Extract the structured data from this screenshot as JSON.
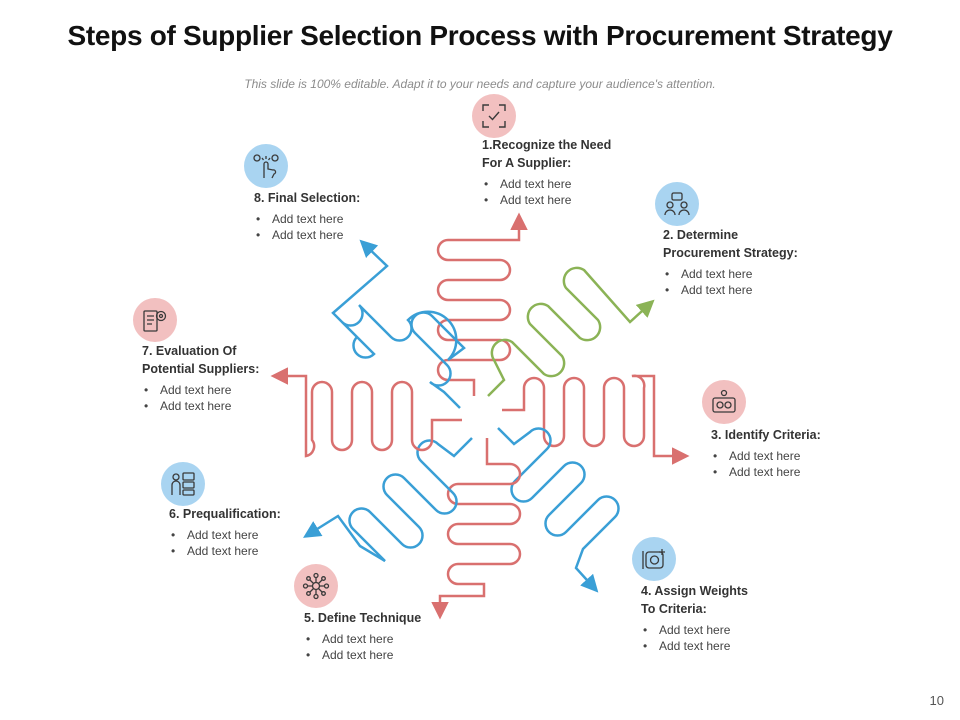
{
  "slide": {
    "title": "Steps of Supplier Selection Process with Procurement Strategy",
    "subtitle": "This slide is 100% editable. Adapt it to your needs and capture your audience's attention.",
    "page_number": "10"
  },
  "colors": {
    "red_path": "#d9706f",
    "blue_path": "#3a9fd6",
    "green_path": "#8bb356",
    "icon_pink": "#f2c0c0",
    "icon_blue": "#a9d4f1",
    "icon_stroke": "#3a3a3a"
  },
  "steps": [
    {
      "title": "1.Recognize the Need\nFor A Supplier:",
      "icon": "recognize-focus-icon",
      "bullets": [
        "Add text here",
        "Add text here"
      ]
    },
    {
      "title": "2. Determine\nProcurement Strategy:",
      "icon": "team-strategy-icon",
      "bullets": [
        "Add text here",
        "Add text here"
      ]
    },
    {
      "title": "3. Identify Criteria:",
      "icon": "criteria-gears-icon",
      "bullets": [
        "Add text here",
        "Add text here"
      ]
    },
    {
      "title": "4. Assign Weights\nTo Criteria:",
      "icon": "weights-scale-icon",
      "bullets": [
        "Add text here",
        "Add text here"
      ]
    },
    {
      "title": "5. Define Technique",
      "icon": "network-technique-icon",
      "bullets": [
        "Add text here",
        "Add text here"
      ]
    },
    {
      "title": "6. Prequalification:",
      "icon": "prequalification-checklist-icon",
      "bullets": [
        "Add text here",
        "Add text here"
      ]
    },
    {
      "title": "7. Evaluation Of\nPotential Suppliers:",
      "icon": "evaluation-document-gear-icon",
      "bullets": [
        "Add text here",
        "Add text here"
      ]
    },
    {
      "title": "8. Final Selection:",
      "icon": "touch-selection-icon",
      "bullets": [
        "Add text here",
        "Add text here"
      ]
    }
  ]
}
